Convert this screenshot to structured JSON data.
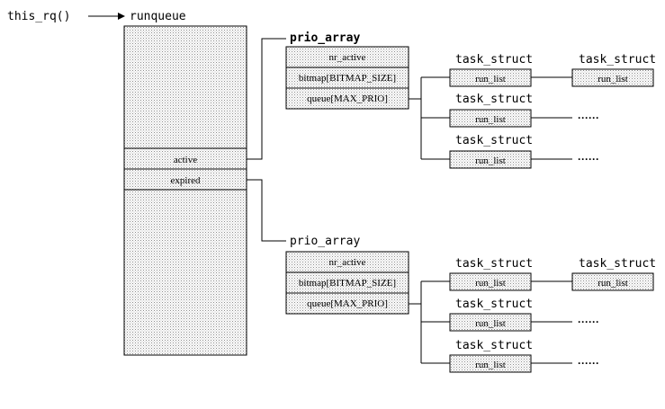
{
  "this_rq": "this_rq()",
  "runqueue": {
    "title": "runqueue",
    "active_label": "active",
    "expired_label": "expired"
  },
  "prio_arrays": [
    {
      "title": "prio_array",
      "nr_active": "nr_active",
      "bitmap": "bitmap[BITMAP_SIZE]",
      "queue": "queue[MAX_PRIO]",
      "rows": [
        {
          "task_label": "task_struct",
          "run_list": "run_list",
          "next_task_label": "task_struct",
          "next_run_list": "run_list"
        },
        {
          "task_label": "task_struct",
          "run_list": "run_list",
          "more": "······"
        },
        {
          "task_label": "task_struct",
          "run_list": "run_list",
          "more": "······"
        }
      ]
    },
    {
      "title": "prio_array",
      "nr_active": "nr_active",
      "bitmap": "bitmap[BITMAP_SIZE]",
      "queue": "queue[MAX_PRIO]",
      "rows": [
        {
          "task_label": "task_struct",
          "run_list": "run_list",
          "next_task_label": "task_struct",
          "next_run_list": "run_list"
        },
        {
          "task_label": "task_struct",
          "run_list": "run_list",
          "more": "······"
        },
        {
          "task_label": "task_struct",
          "run_list": "run_list",
          "more": "······"
        }
      ]
    }
  ]
}
